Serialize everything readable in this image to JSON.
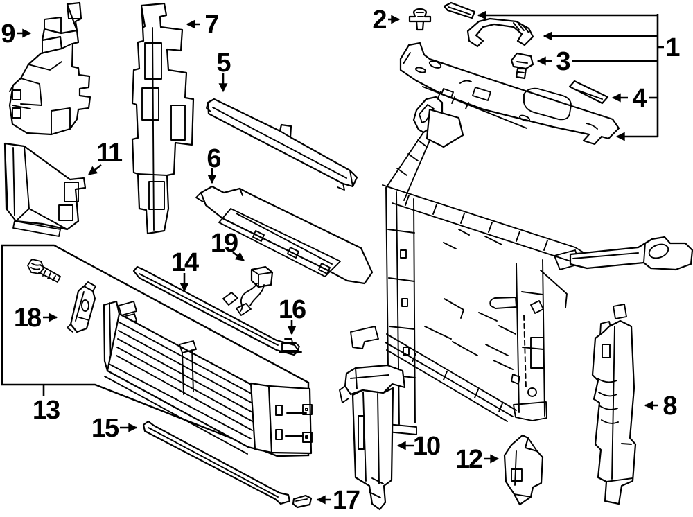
{
  "diagram": {
    "kind": "exploded-parts-diagram",
    "colors": {
      "ink": "#000000",
      "paper": "#ffffff"
    },
    "callouts": {
      "c1": {
        "label": "1"
      },
      "c2": {
        "label": "2"
      },
      "c3": {
        "label": "3"
      },
      "c4": {
        "label": "4"
      },
      "c5": {
        "label": "5"
      },
      "c6": {
        "label": "6"
      },
      "c7": {
        "label": "7"
      },
      "c8": {
        "label": "8"
      },
      "c9": {
        "label": "9"
      },
      "c10": {
        "label": "10"
      },
      "c11": {
        "label": "11"
      },
      "c12": {
        "label": "12"
      },
      "c13": {
        "label": "13"
      },
      "c14": {
        "label": "14"
      },
      "c15": {
        "label": "15"
      },
      "c16": {
        "label": "16"
      },
      "c17": {
        "label": "17"
      },
      "c18": {
        "label": "18"
      },
      "c19": {
        "label": "19"
      }
    }
  }
}
